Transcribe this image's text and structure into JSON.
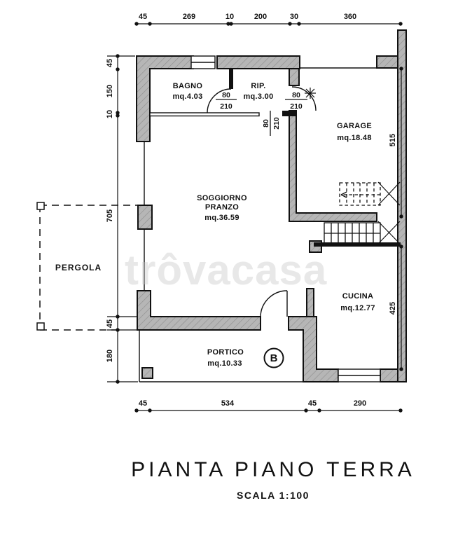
{
  "watermark": {
    "text": "trôvacasa"
  },
  "title": {
    "main": "PIANTA PIANO TERRA",
    "scale": "SCALA 1:100"
  },
  "section_marker": "B",
  "rooms": {
    "bagno": {
      "name": "BAGNO",
      "area": "mq.4.03"
    },
    "rip": {
      "name": "RIP.",
      "area": "mq.3.00"
    },
    "garage": {
      "name": "GARAGE",
      "area": "mq.18.48"
    },
    "soggiorno": {
      "name": "SOGGIORNO",
      "name2": "PRANZO",
      "area": "mq.36.59"
    },
    "cucina": {
      "name": "CUCINA",
      "area": "mq.12.77"
    },
    "portico": {
      "name": "PORTICO",
      "area": "mq.10.33"
    },
    "pergola": {
      "name": "PERGOLA"
    }
  },
  "dims": {
    "top": [
      "45",
      "269",
      "10",
      "200",
      "30",
      "360"
    ],
    "left": [
      "45",
      "150",
      "10",
      "705",
      "45",
      "180"
    ],
    "bottom": [
      "45",
      "534",
      "45",
      "290"
    ],
    "right": [
      "515",
      "425"
    ]
  },
  "doors": {
    "bagno": {
      "w": "80",
      "h": "210"
    },
    "rip": {
      "w": "80",
      "h": "210"
    },
    "soggiorno": {
      "w": "80",
      "h": "210"
    }
  },
  "colors": {
    "wall": "#b6b6b6",
    "hatch": "#8f8f8f",
    "line": "#111111",
    "watermark": "#c9c9c9"
  }
}
